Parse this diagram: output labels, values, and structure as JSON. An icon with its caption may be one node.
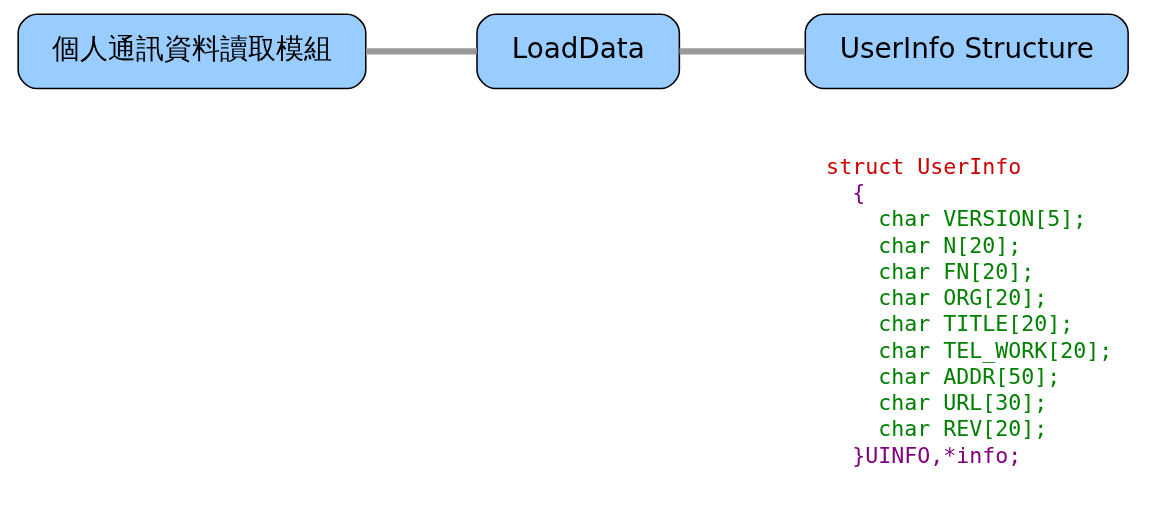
{
  "diagram": {
    "nodes": [
      {
        "text": [
          "個人通訊資料讀取模組"
        ]
      },
      {
        "text": [
          "LoadData"
        ]
      },
      {
        "text": [
          "UserInfo Structure"
        ]
      }
    ],
    "edges": [
      {
        "from": 0,
        "to": 1,
        "arrow": "none"
      },
      {
        "from": 1,
        "to": 2,
        "arrow": "none"
      }
    ],
    "labels": [
      "struct UserInfo",
      "{",
      "char VERSION[5];",
      "char N[20];",
      "char FN[20];",
      "char ORG[20];",
      "char TITLE[20];",
      "char TEL_WORK[20];",
      "char ADDR[50];",
      "char URL[30];",
      "char REV[20];",
      "}UINFO,*info;"
    ]
  }
}
